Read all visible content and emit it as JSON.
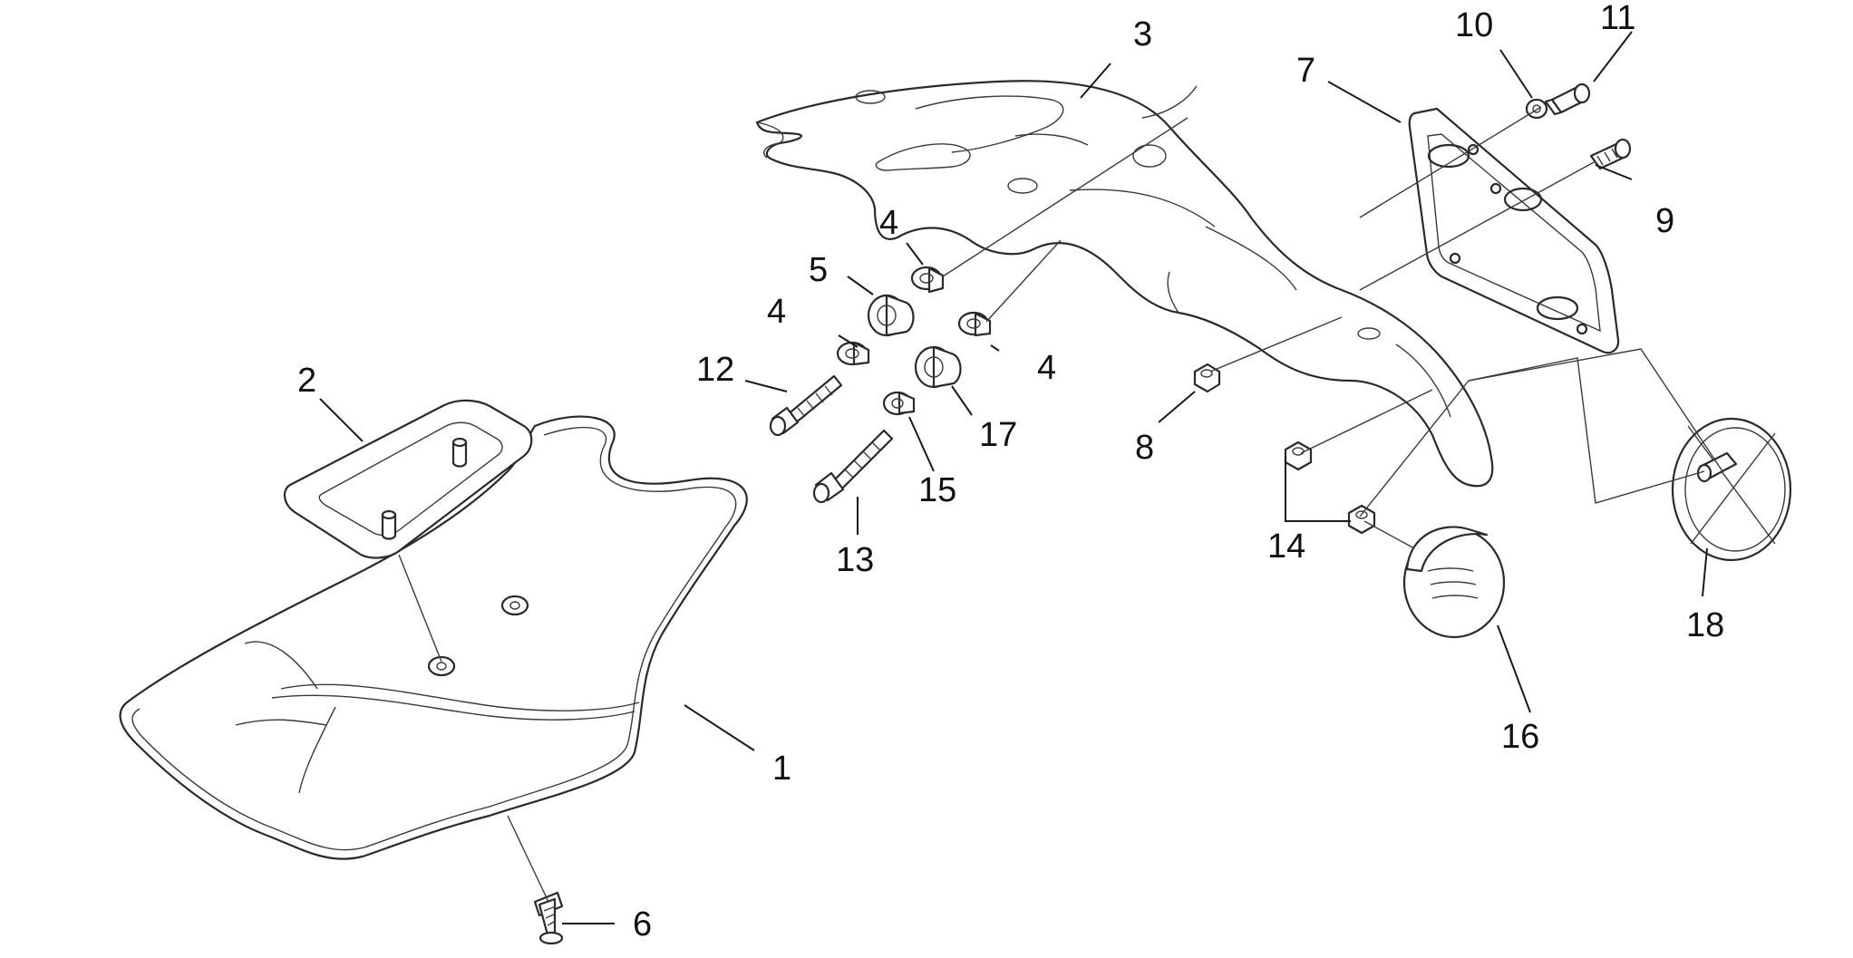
{
  "callouts": [
    {
      "id": "c1",
      "label": "1"
    },
    {
      "id": "c2",
      "label": "2"
    },
    {
      "id": "c3",
      "label": "3"
    },
    {
      "id": "c4a",
      "label": "4"
    },
    {
      "id": "c4b",
      "label": "4"
    },
    {
      "id": "c4c",
      "label": "4"
    },
    {
      "id": "c5",
      "label": "5"
    },
    {
      "id": "c6",
      "label": "6"
    },
    {
      "id": "c7",
      "label": "7"
    },
    {
      "id": "c8",
      "label": "8"
    },
    {
      "id": "c9",
      "label": "9"
    },
    {
      "id": "c10",
      "label": "10"
    },
    {
      "id": "c11",
      "label": "11"
    },
    {
      "id": "c12",
      "label": "12"
    },
    {
      "id": "c13",
      "label": "13"
    },
    {
      "id": "c14",
      "label": "14"
    },
    {
      "id": "c15",
      "label": "15"
    },
    {
      "id": "c16",
      "label": "16"
    },
    {
      "id": "c17",
      "label": "17"
    },
    {
      "id": "c18",
      "label": "18"
    }
  ]
}
